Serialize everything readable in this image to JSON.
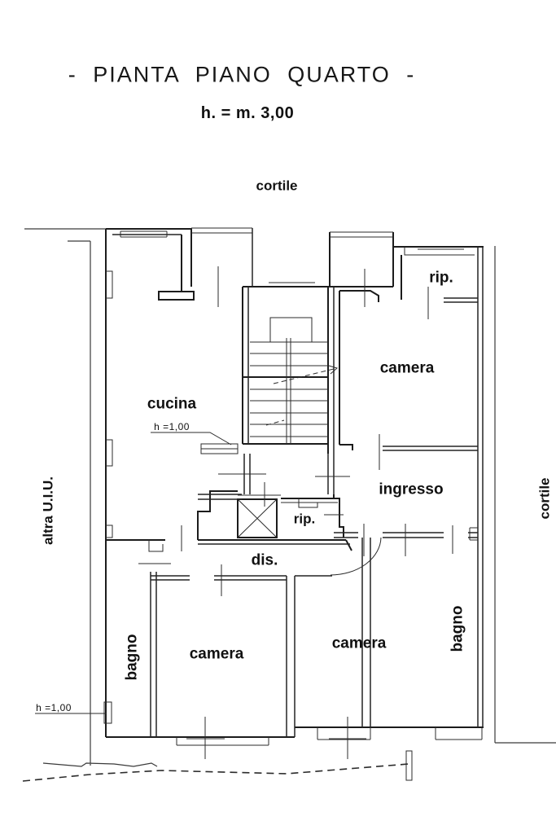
{
  "page": {
    "title": "- PIANTA PIANO QUARTO -",
    "subtitle": "h. = m. 3,00"
  },
  "plan": {
    "exterior": {
      "courtyard_top": "cortile",
      "courtyard_right": "cortile",
      "adjacent_unit_left": "altra U.I.U."
    },
    "rooms": {
      "cucina": "cucina",
      "camera_top_right": "camera",
      "rip_top_right": "rip.",
      "ingresso": "ingresso",
      "rip_small": "rip.",
      "dis": "dis.",
      "bagno_left": "bagno",
      "camera_bottom_left": "camera",
      "camera_bottom_mid": "camera",
      "bagno_right": "bagno"
    },
    "annotations": {
      "low_wall_kitchen": "h =1,00",
      "low_wall_left": "h =1,00"
    }
  }
}
